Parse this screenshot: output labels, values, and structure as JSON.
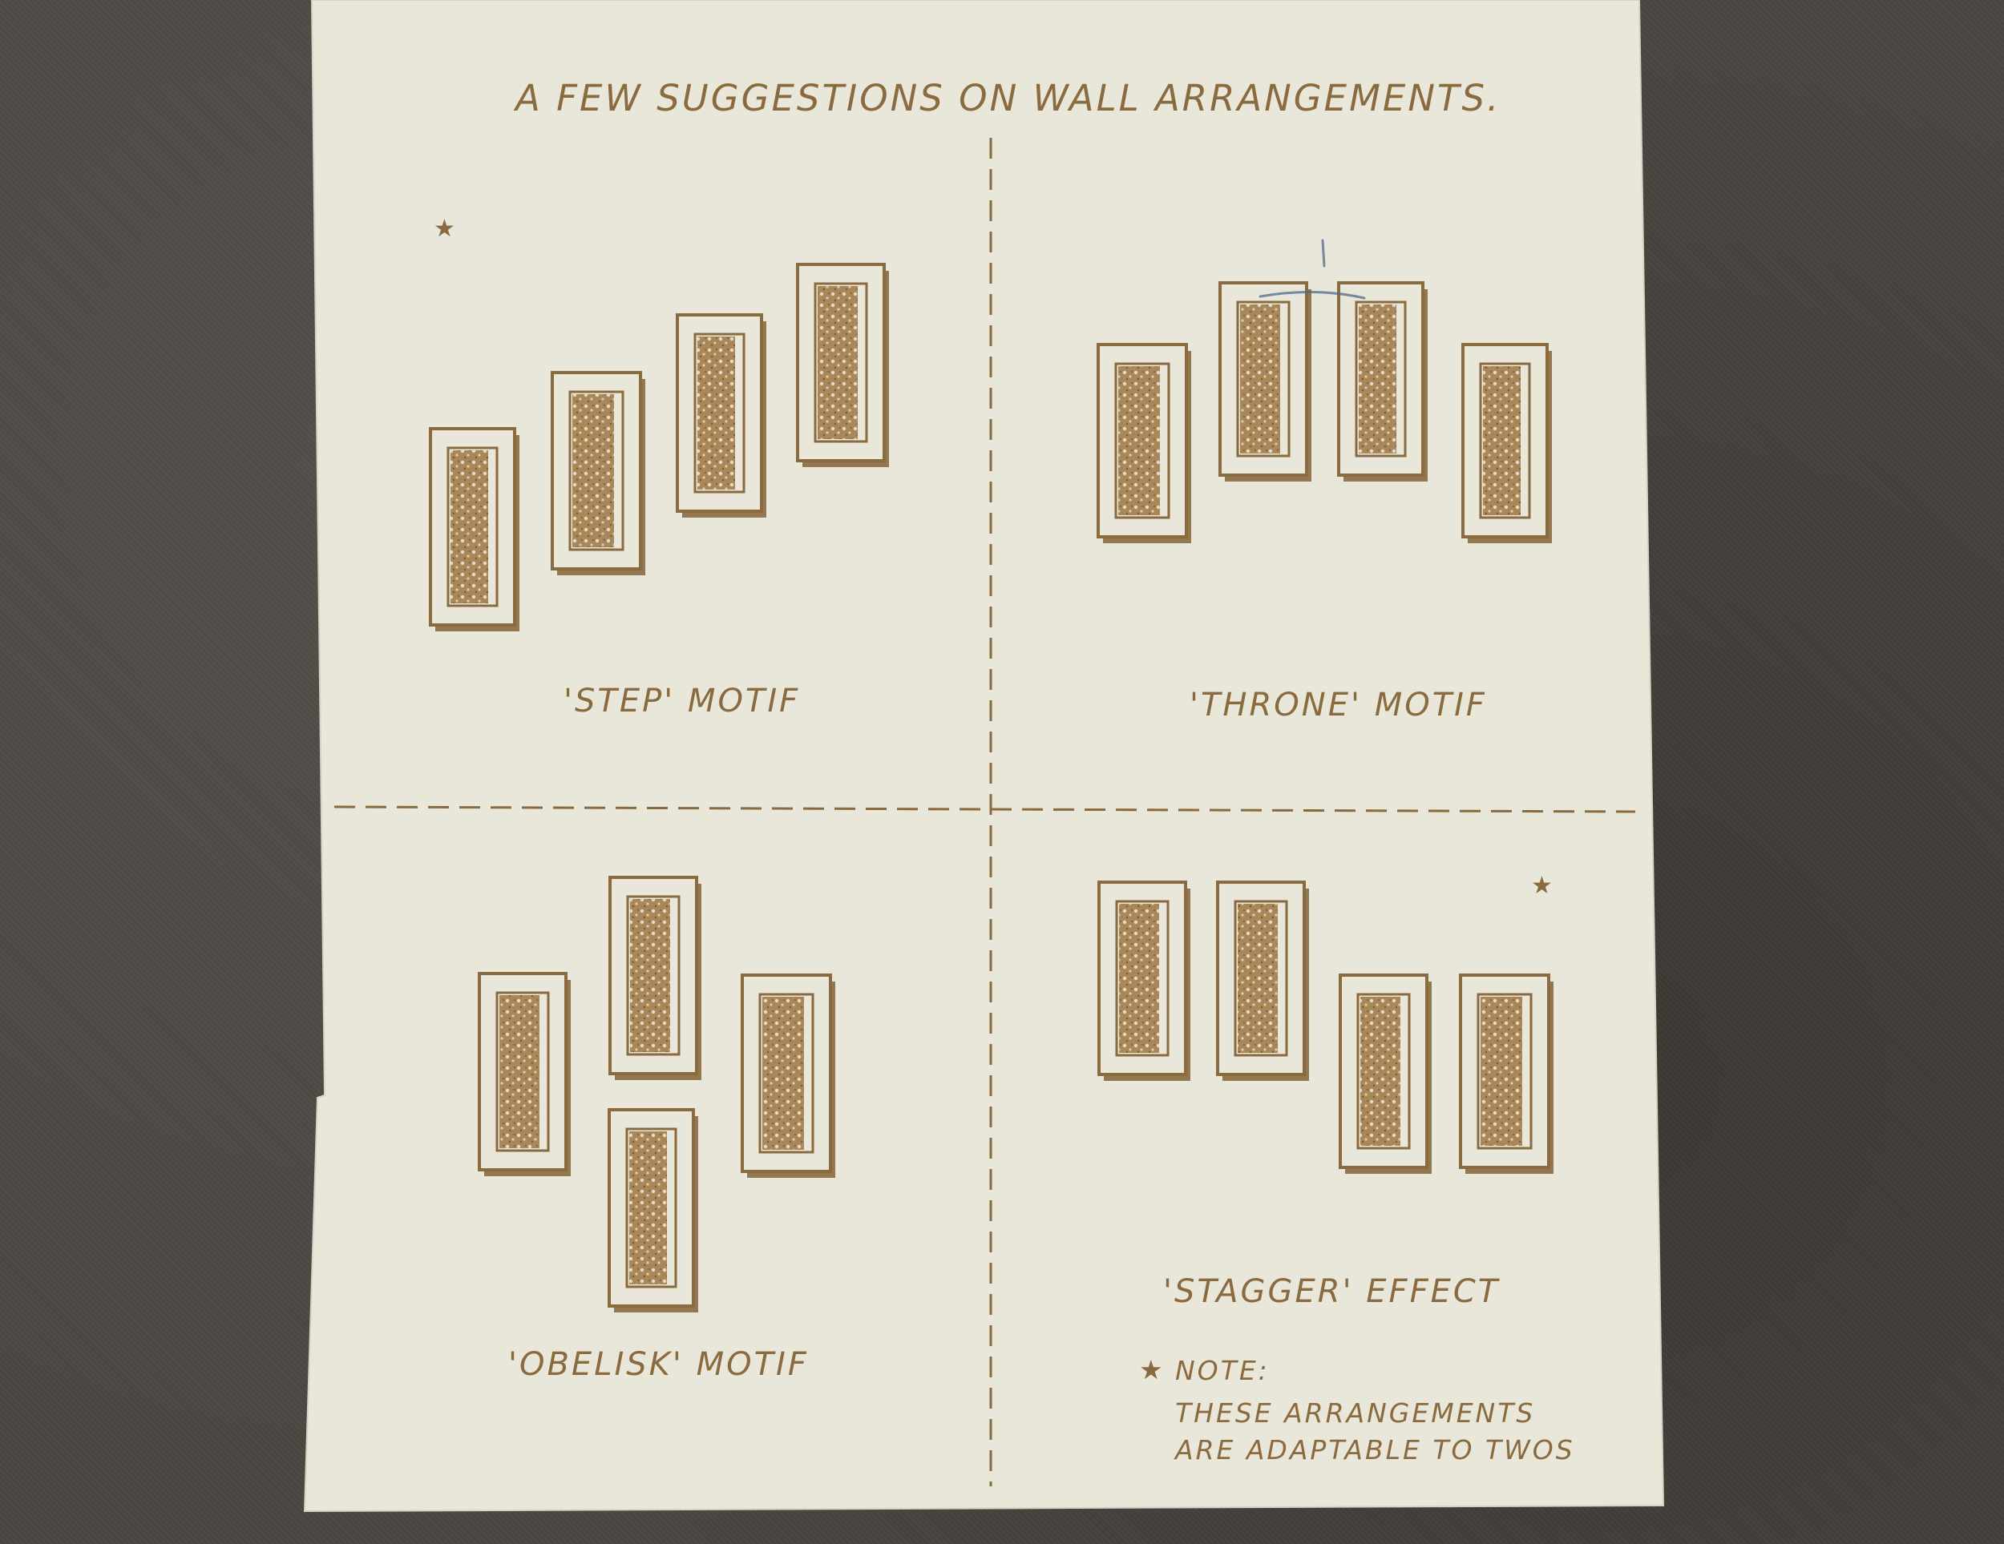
{
  "card": {
    "heading": "A FEW SUGGESTIONS ON WALL ARRANGEMENTS.",
    "sections": [
      {
        "id": "step",
        "label": "'STEP' MOTIF"
      },
      {
        "id": "throne",
        "label": "'THRONE' MOTIF"
      },
      {
        "id": "obelisk",
        "label": "'OBELISK' MOTIF"
      },
      {
        "id": "stagger",
        "label": "'STAGGER' EFFECT"
      }
    ],
    "note": {
      "marker": "★",
      "title": "NOTE:",
      "line1": "THESE ARRANGEMENTS",
      "line2": "ARE ADAPTABLE TO TWOS"
    },
    "star_glyph": "★",
    "colors": {
      "ink": "#8a6a3f",
      "paper": "#e9e7d9",
      "background": "#4a4641"
    }
  }
}
